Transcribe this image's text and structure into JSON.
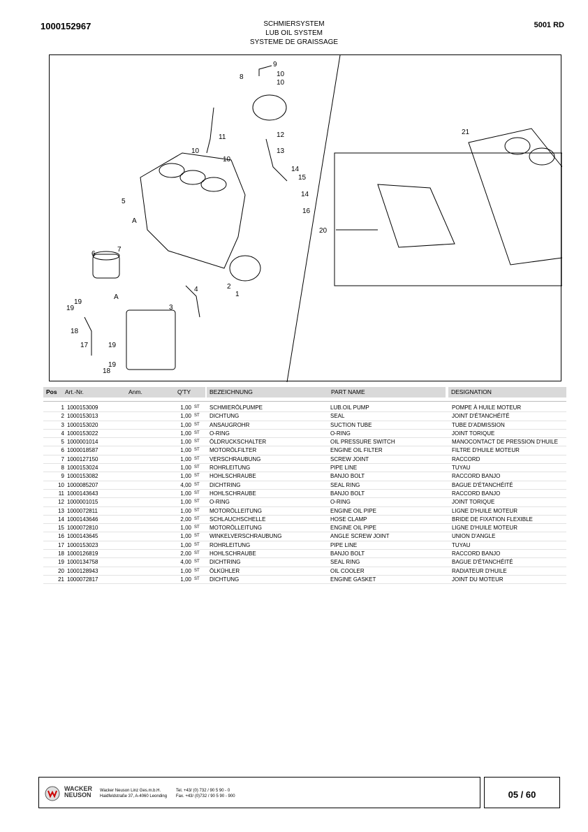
{
  "header": {
    "doc_number": "1000152967",
    "title_de": "SCHMIERSYSTEM",
    "title_en": "LUB OIL SYSTEM",
    "title_fr": "SYSTEME DE GRAISSAGE",
    "model": "5001 RD"
  },
  "drawing": {
    "left_callouts": [
      "9",
      "10",
      "10",
      "8",
      "11",
      "10",
      "10",
      "12",
      "13",
      "14",
      "15",
      "14",
      "16",
      "5",
      "A",
      "6",
      "7",
      "4",
      "2",
      "1",
      "3",
      "19",
      "19",
      "A",
      "18",
      "17",
      "19",
      "19",
      "18"
    ],
    "right_callouts": [
      "21",
      "20"
    ]
  },
  "table": {
    "headers": {
      "pos": "Pos",
      "art": "Art.-Nr.",
      "anm": "Anm.",
      "qty": "Q'TY",
      "de": "BEZEICHNUNG",
      "en": "PART NAME",
      "fr": "DESIGNATION"
    },
    "rows": [
      {
        "pos": "1",
        "art": "1000153009",
        "qty": "1,00",
        "unit": "ST",
        "de": "SCHMIERÖLPUMPE",
        "en": "LUB.OIL PUMP",
        "fr": "POMPE À HUILE MOTEUR"
      },
      {
        "pos": "2",
        "art": "1000153013",
        "qty": "1,00",
        "unit": "ST",
        "de": "DICHTUNG",
        "en": "SEAL",
        "fr": "JOINT D'ÉTANCHÉITÉ"
      },
      {
        "pos": "3",
        "art": "1000153020",
        "qty": "1,00",
        "unit": "ST",
        "de": "ANSAUGROHR",
        "en": "SUCTION TUBE",
        "fr": "TUBE D'ADMISSION"
      },
      {
        "pos": "4",
        "art": "1000153022",
        "qty": "1,00",
        "unit": "ST",
        "de": "O-RING",
        "en": "O-RING",
        "fr": "JOINT TORIQUE"
      },
      {
        "pos": "5",
        "art": "1000001014",
        "qty": "1,00",
        "unit": "ST",
        "de": "ÖLDRUCKSCHALTER",
        "en": "OIL PRESSURE SWITCH",
        "fr": "MANOCONTACT DE PRESSION D'HUILE"
      },
      {
        "pos": "6",
        "art": "1000018587",
        "qty": "1,00",
        "unit": "ST",
        "de": "MOTORÖLFILTER",
        "en": "ENGINE OIL FILTER",
        "fr": "FILTRE D'HUILE MOTEUR"
      },
      {
        "pos": "7",
        "art": "1000127150",
        "qty": "1,00",
        "unit": "ST",
        "de": "VERSCHRAUBUNG",
        "en": "SCREW JOINT",
        "fr": "RACCORD"
      },
      {
        "pos": "8",
        "art": "1000153024",
        "qty": "1,00",
        "unit": "ST",
        "de": "ROHRLEITUNG",
        "en": "PIPE LINE",
        "fr": "TUYAU"
      },
      {
        "pos": "9",
        "art": "1000153082",
        "qty": "1,00",
        "unit": "ST",
        "de": "HOHLSCHRAUBE",
        "en": "BANJO BOLT",
        "fr": "RACCORD BANJO"
      },
      {
        "pos": "10",
        "art": "1000085207",
        "qty": "4,00",
        "unit": "ST",
        "de": "DICHTRING",
        "en": "SEAL RING",
        "fr": "BAGUE D'ÉTANCHÉITÉ"
      },
      {
        "pos": "11",
        "art": "1000143643",
        "qty": "1,00",
        "unit": "ST",
        "de": "HOHLSCHRAUBE",
        "en": "BANJO BOLT",
        "fr": "RACCORD BANJO"
      },
      {
        "pos": "12",
        "art": "1000001015",
        "qty": "1,00",
        "unit": "ST",
        "de": "O-RING",
        "en": "O-RING",
        "fr": "JOINT TORIQUE"
      },
      {
        "pos": "13",
        "art": "1000072811",
        "qty": "1,00",
        "unit": "ST",
        "de": "MOTORÖLLEITUNG",
        "en": "ENGINE OIL PIPE",
        "fr": "LIGNE D'HUILE MOTEUR"
      },
      {
        "pos": "14",
        "art": "1000143646",
        "qty": "2,00",
        "unit": "ST",
        "de": "SCHLAUCHSCHELLE",
        "en": "HOSE CLAMP",
        "fr": "BRIDE DE FIXATION FLEXIBLE"
      },
      {
        "pos": "15",
        "art": "1000072810",
        "qty": "1,00",
        "unit": "ST",
        "de": "MOTORÖLLEITUNG",
        "en": "ENGINE OIL PIPE",
        "fr": "LIGNE D'HUILE MOTEUR"
      },
      {
        "pos": "16",
        "art": "1000143645",
        "qty": "1,00",
        "unit": "ST",
        "de": "WINKELVERSCHRAUBUNG",
        "en": "ANGLE SCREW JOINT",
        "fr": "UNION D'ANGLE"
      },
      {
        "pos": "17",
        "art": "1000153023",
        "qty": "1,00",
        "unit": "ST",
        "de": "ROHRLEITUNG",
        "en": "PIPE LINE",
        "fr": "TUYAU"
      },
      {
        "pos": "18",
        "art": "1000126819",
        "qty": "2,00",
        "unit": "ST",
        "de": "HOHLSCHRAUBE",
        "en": "BANJO BOLT",
        "fr": "RACCORD BANJO"
      },
      {
        "pos": "19",
        "art": "1000134758",
        "qty": "4,00",
        "unit": "ST",
        "de": "DICHTRING",
        "en": "SEAL RING",
        "fr": "BAGUE D'ÉTANCHÉITÉ"
      },
      {
        "pos": "20",
        "art": "1000128943",
        "qty": "1,00",
        "unit": "ST",
        "de": "ÖLKÜHLER",
        "en": "OIL COOLER",
        "fr": "RADIATEUR D'HUILE"
      },
      {
        "pos": "21",
        "art": "1000072817",
        "qty": "1,00",
        "unit": "ST",
        "de": "DICHTUNG",
        "en": "ENGINE GASKET",
        "fr": "JOINT DU MOTEUR"
      }
    ]
  },
  "footer": {
    "logo_line1": "WACKER",
    "logo_line2": "NEUSON",
    "company": "Wacker Neuson Linz  Ges.m.b.H.",
    "address": "Haidfeldstraße 37, A-4060 Leonding",
    "tel": "Tel. +43/ (0) 732 / 90 5 90 - 0",
    "fax": "Fax. +43/ (0)732 / 90 5 90 - 900",
    "page": "05 / 60"
  }
}
